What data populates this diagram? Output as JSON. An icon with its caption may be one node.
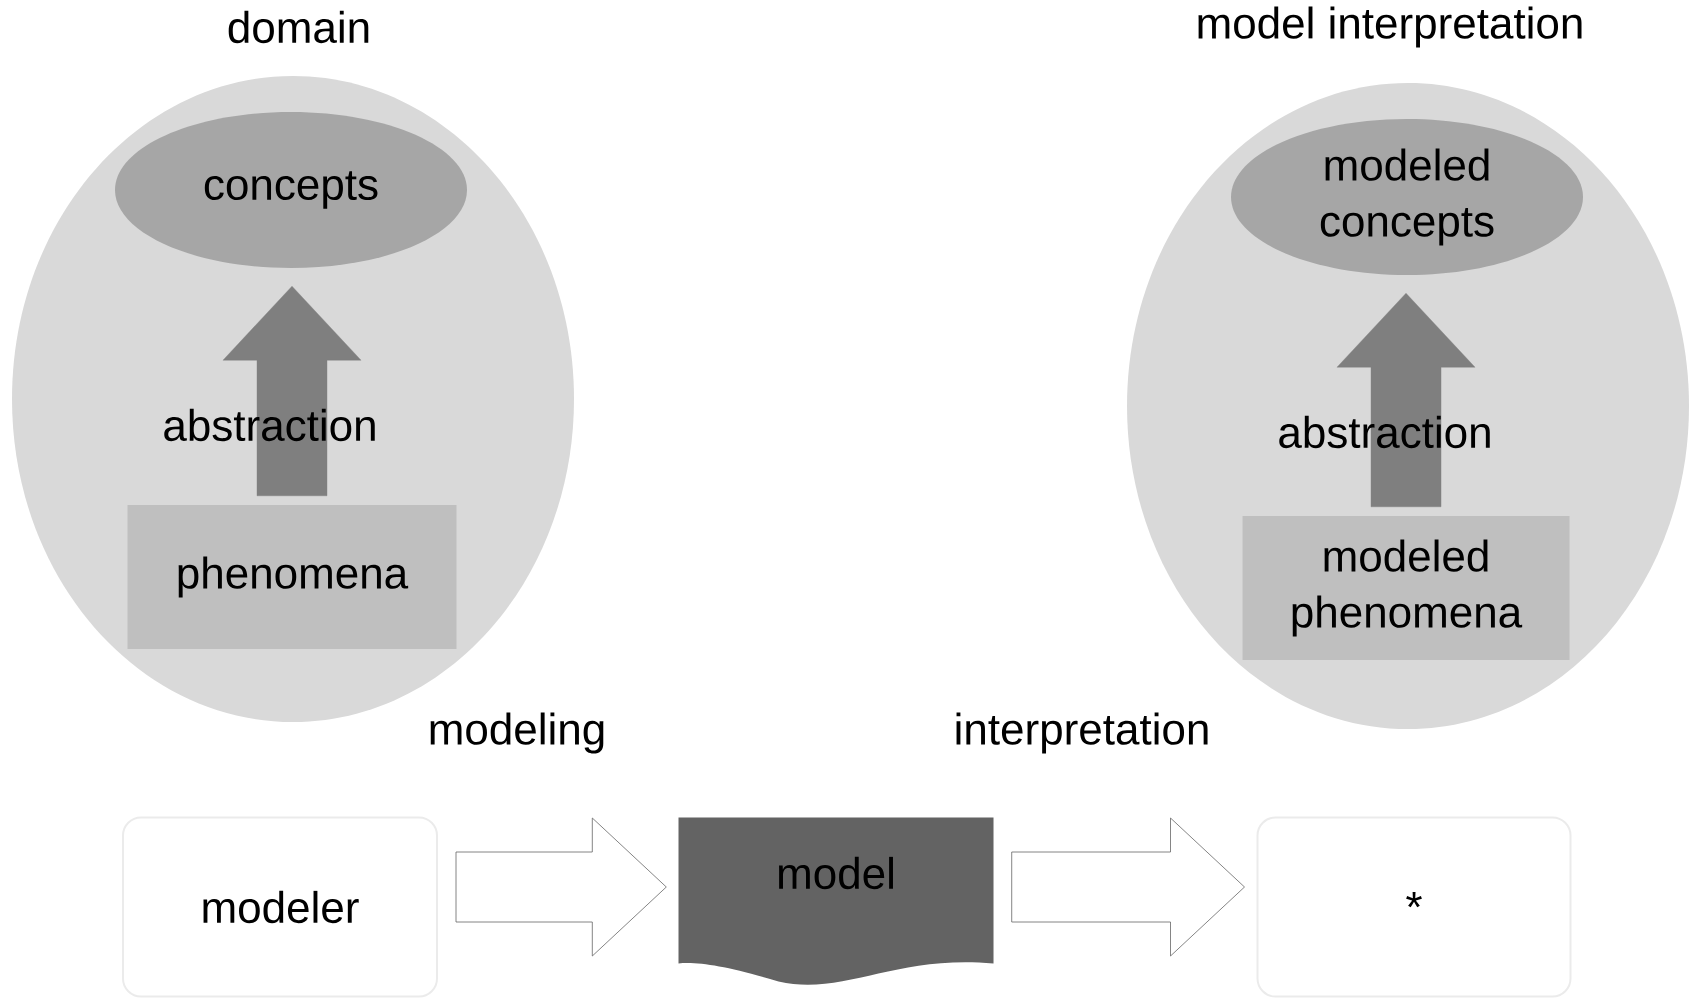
{
  "diagram": {
    "nodes": [
      {
        "text": [
          "domain"
        ]
      },
      {
        "text": [
          "concepts"
        ],
        "in": 0
      },
      {
        "text": [
          "phenomena"
        ],
        "in": 0
      },
      {
        "text": [
          "model interpretation"
        ]
      },
      {
        "text": [
          "modeled concepts"
        ],
        "in": 3
      },
      {
        "text": [
          "modeled phenomena"
        ],
        "in": 3
      },
      {
        "text": [
          "modeler"
        ]
      },
      {
        "text": [
          "model"
        ]
      },
      {
        "text": [
          "*"
        ]
      }
    ],
    "edges": [
      {
        "from": 2,
        "to": 1,
        "arrow": "to",
        "label": "abstraction",
        "style": "thick",
        "color": "#7f7f7f"
      },
      {
        "from": 5,
        "to": 4,
        "arrow": "to",
        "label": "abstraction",
        "style": "thick",
        "color": "#7f7f7f"
      },
      {
        "from": 6,
        "to": 7,
        "arrow": "to",
        "label": "modeling",
        "style": "thick"
      },
      {
        "from": 7,
        "to": 8,
        "arrow": "to",
        "label": "interpretation",
        "style": "thick"
      }
    ]
  }
}
